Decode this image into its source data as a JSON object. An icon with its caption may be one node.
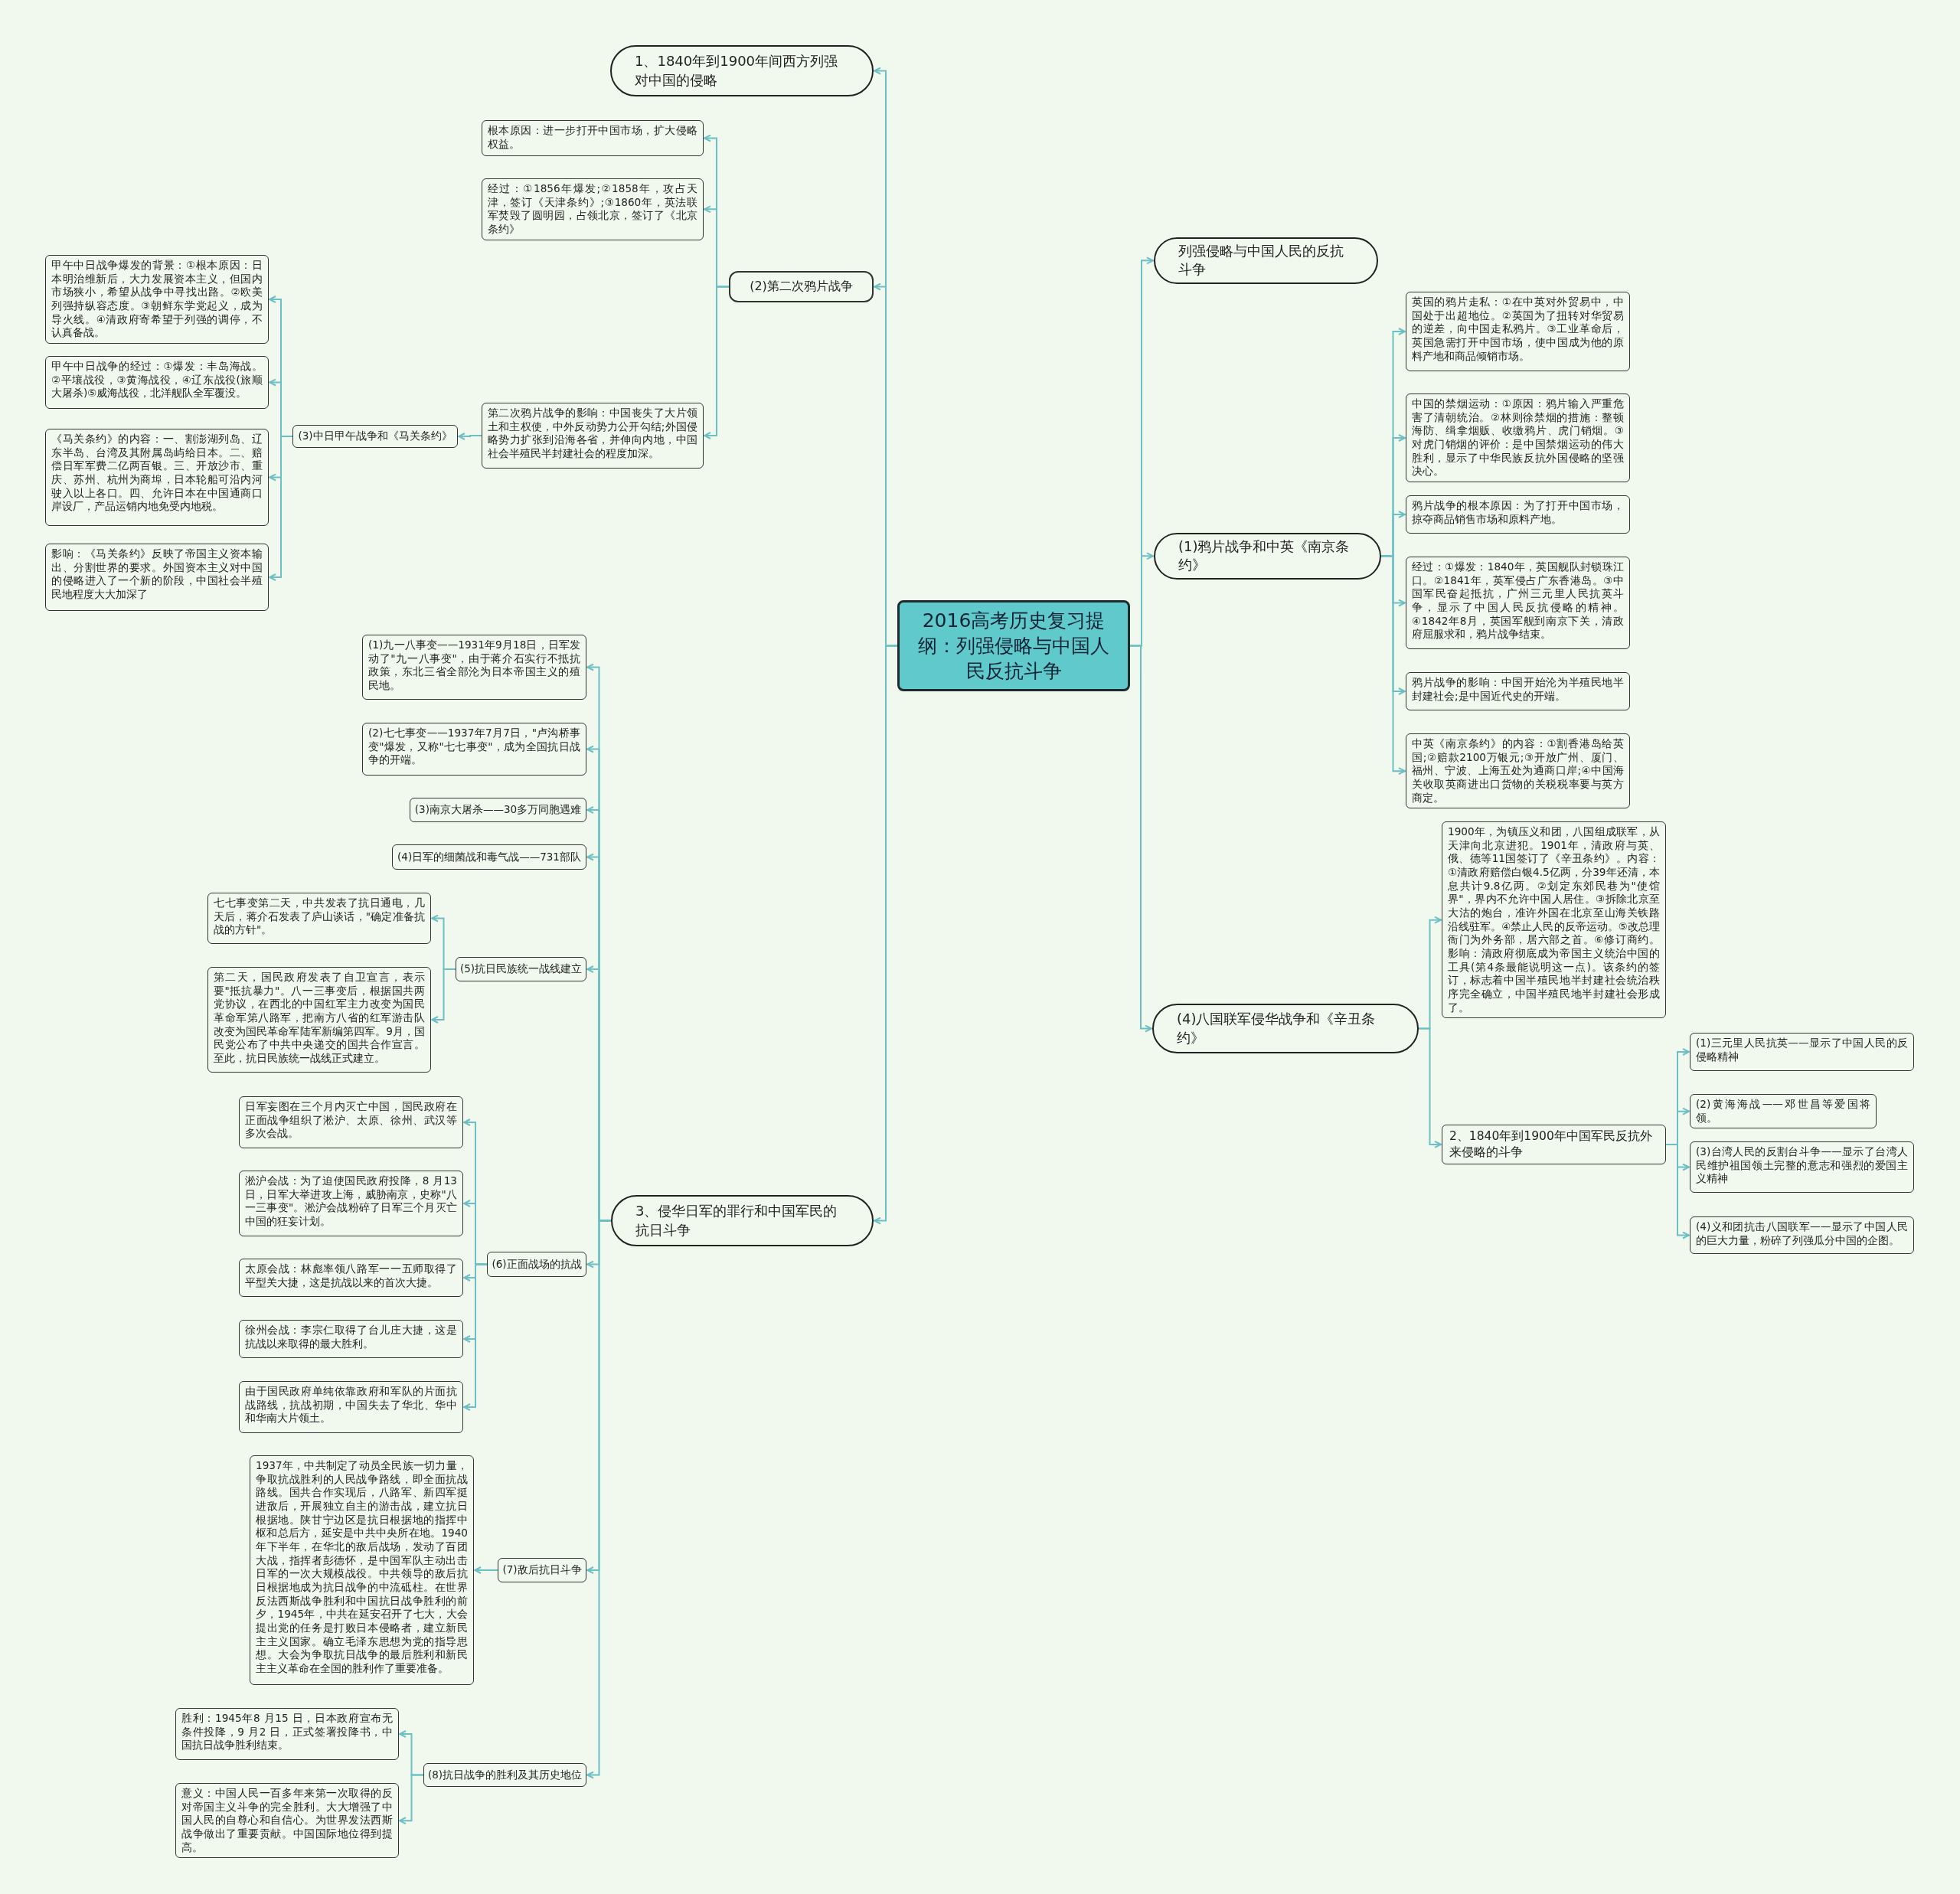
{
  "diagram": {
    "nodes": [
      {
        "text": [
          "2016高考历史复习提纲：列强侵略与中国人民反抗斗争"
        ]
      },
      {
        "text": [
          "1、1840年到1900年间西方列强对中国的侵略"
        ]
      },
      {
        "text": [
          "(2)第二次鸦片战争"
        ]
      },
      {
        "text": [
          "根本原因：进一步打开中国市场，扩大侵略权益。"
        ]
      },
      {
        "text": [
          "经过：①1856年爆发;②1858年，攻占天津，签订《天津条约》;③1860年，英法联军焚毁了圆明园，占领北京，签订了《北京条约》"
        ]
      },
      {
        "text": [
          "第二次鸦片战争的影响：中国丧失了大片领土和主权使，中外反动势力公开勾结;外国侵略势力扩张到沿海各省，并伸向内地，中国社会半殖民半封建社会的程度加深。"
        ]
      },
      {
        "text": [
          "(3)中日甲午战争和《马关条约》"
        ]
      },
      {
        "text": [
          "甲午中日战争爆发的背景：①根本原因：日本明治维新后，大力发展资本主义，但国内市场狭小，希望从战争中寻找出路。②欧美列强持纵容态度。③朝鲜东学党起义，成为导火线。④清政府寄希望于列强的调停，不认真备战。"
        ]
      },
      {
        "text": [
          "甲午中日战争的经过：①爆发：丰岛海战。②平壤战役，③黄海战役，④辽东战役(旅顺大屠杀)⑤威海战役，北洋舰队全军覆没。"
        ]
      },
      {
        "text": [
          "《马关条约》的内容：一、割澎湖列岛、辽东半岛、台湾及其附属岛屿给日本。二、赔偿日军军费二亿两百银。三、开放沙市、重庆、苏州、杭州为商埠，日本轮船可沿内河驶入以上各口。四、允许日本在中国通商口岸设厂，产品运销内地免受内地税。"
        ]
      },
      {
        "text": [
          "影响：《马关条约》反映了帝国主义资本输出、分割世界的要求。外国资本主义对中国的侵略进入了一个新的阶段，中国社会半殖民地程度大大加深了"
        ]
      },
      {
        "text": [
          "3、侵华日军的罪行和中国军民的抗日斗争"
        ]
      },
      {
        "text": [
          "(1)九一八事变——1931年9月18日，日军发动了\"九一八事变\"，由于蒋介石实行不抵抗政策，东北三省全部沦为日本帝国主义的殖民地。"
        ]
      },
      {
        "text": [
          "(2)七七事变——1937年7月7日，\"卢沟桥事变\"爆发，又称\"七七事变\"，成为全国抗日战争的开端。"
        ]
      },
      {
        "text": [
          "(3)南京大屠杀——30多万同胞遇难"
        ]
      },
      {
        "text": [
          "(4)日军的细菌战和毒气战——731部队"
        ]
      },
      {
        "text": [
          "(5)抗日民族统一战线建立"
        ]
      },
      {
        "text": [
          "七七事变第二天，中共发表了抗日通电，几天后，蒋介石发表了庐山谈话，\"确定准备抗战的方针\"。"
        ]
      },
      {
        "text": [
          "第二天，国民政府发表了自卫宣言，表示要\"抵抗暴力\"。八一三事变后，根据国共两党协议，在西北的中国红军主力改变为国民革命军第八路军，把南方八省的红军游击队改变为国民革命军陆军新编第四军。9月，国民党公布了中共中央递交的国共合作宣言。至此，抗日民族统一战线正式建立。"
        ]
      },
      {
        "text": [
          "(6)正面战场的抗战"
        ]
      },
      {
        "text": [
          "日军妄图在三个月内灭亡中国，国民政府在正面战争组织了淞沪、太原、徐州、武汉等多次会战。"
        ]
      },
      {
        "text": [
          "淞沪会战：为了迫使国民政府投降，8 月13 日，日军大举进攻上海，威胁南京，史称\"八一三事变\"。淞沪会战粉碎了日军三个月灭亡中国的狂妄计划。"
        ]
      },
      {
        "text": [
          "太原会战：林彪率领八路军一一五师取得了平型关大捷，这是抗战以来的首次大捷。"
        ]
      },
      {
        "text": [
          "徐州会战：李宗仁取得了台儿庄大捷，这是抗战以来取得的最大胜利。"
        ]
      },
      {
        "text": [
          "由于国民政府单纯依靠政府和军队的片面抗战路线，抗战初期，中国失去了华北、华中和华南大片领土。"
        ]
      },
      {
        "text": [
          "(7)敌后抗日斗争"
        ]
      },
      {
        "text": [
          "1937年，中共制定了动员全民族一切力量，争取抗战胜利的人民战争路线，即全面抗战路线。国共合作实现后，八路军、新四军挺进敌后，开展独立自主的游击战，建立抗日根据地。陕甘宁边区是抗日根据地的指挥中枢和总后方，延安是中共中央所在地。1940 年下半年，在华北的敌后战场，发动了百团大战，指挥者彭德怀，是中国军队主动出击日军的一次大规模战役。中共领导的敌后抗日根据地成为抗日战争的中流砥柱。在世界反法西斯战争胜利和中国抗日战争胜利的前夕，1945年，中共在延安召开了七大，大会提出党的任务是打败日本侵略者，建立新民主主义国家。确立毛泽东思想为党的指导思想。大会为争取抗日战争的最后胜利和新民主主义革命在全国的胜利作了重要准备。"
        ]
      },
      {
        "text": [
          "(8)抗日战争的胜利及其历史地位"
        ]
      },
      {
        "text": [
          "胜利：1945年8 月15 日，日本政府宣布无条件投降，9 月2 日，正式签署投降书，中国抗日战争胜利结束。"
        ]
      },
      {
        "text": [
          "意义：中国人民一百多年来第一次取得的反对帝国主义斗争的完全胜利。大大增强了中国人民的自尊心和自信心。为世界发法西斯战争做出了重要贡献。中国国际地位得到提高。"
        ]
      },
      {
        "text": [
          "列强侵略与中国人民的反抗斗争"
        ]
      },
      {
        "text": [
          "(1)鸦片战争和中英《南京条约》"
        ]
      },
      {
        "text": [
          "英国的鸦片走私：①在中英对外贸易中，中国处于出超地位。②英国为了扭转对华贸易的逆差，向中国走私鸦片。③工业革命后，英国急需打开中国市场，使中国成为他的原料产地和商品倾销市场。"
        ]
      },
      {
        "text": [
          "中国的禁烟运动：①原因：鸦片输入严重危害了清朝统治。②林则徐禁烟的措施：整顿海防、缉拿烟贩、收缴鸦片、虎门销烟。③对虎门销烟的评价：是中国禁烟运动的伟大胜利，显示了中华民族反抗外国侵略的坚强决心。"
        ]
      },
      {
        "text": [
          "鸦片战争的根本原因：为了打开中国市场，掠夺商品销售市场和原料产地。"
        ]
      },
      {
        "text": [
          "经过：①爆发：1840年，英国舰队封锁珠江口。②1841年，英军侵占广东香港岛。③中国军民奋起抵抗，广州三元里人民抗英斗争，显示了中国人民反抗侵略的精神。④1842年8月，英国军舰到南京下关，清政府屈服求和，鸦片战争结束。"
        ]
      },
      {
        "text": [
          "鸦片战争的影响：中国开始沦为半殖民地半封建社会;是中国近代史的开端。"
        ]
      },
      {
        "text": [
          "中英《南京条约》的内容：①割香港岛给英国;②赔款2100万银元;③开放广州、厦门、福州、宁波、上海五处为通商口岸;④中国海关收取英商进出口货物的关税税率要与英方商定。"
        ]
      },
      {
        "text": [
          "(4)八国联军侵华战争和《辛丑条约》"
        ]
      },
      {
        "text": [
          "1900年，为镇压义和团，八国组成联军，从天津向北京进犯。1901年，清政府与英、俄、德等11国签订了《辛丑条约》。内容：①清政府赔偿白银4.5亿两，分39年还清，本息共计9.8亿两。②划定东郊民巷为\"使馆界\"，界内不允许中国人居住。③拆除北京至大沽的炮台，准许外国在北京至山海关铁路沿线驻军。④禁止人民的反帝运动。⑤改总理衙门为外务部，居六部之首。⑥修订商约。影响：清政府彻底成为帝国主义统治中国的工具(第4条最能说明这一点)。该条约的签订，标志着中国半殖民地半封建社会统治秩序完全确立，中国半殖民地半封建社会形成了。"
        ]
      },
      {
        "text": [
          "2、1840年到1900年中国军民反抗外来侵略的斗争"
        ]
      },
      {
        "text": [
          "(1)三元里人民抗英——显示了中国人民的反侵略精神"
        ]
      },
      {
        "text": [
          "(2)黄海海战——邓世昌等爱国将领。"
        ]
      },
      {
        "text": [
          "(3)台湾人民的反割台斗争——显示了台湾人民维护祖国领土完整的意志和强烈的爱国主义精神"
        ]
      },
      {
        "text": [
          "(4)义和团抗击八国联军——显示了中国人民的巨大力量，粉碎了列强瓜分中国的企图。"
        ]
      }
    ],
    "edges": [
      {
        "from": 0,
        "to": 1,
        "arrow": "to"
      },
      {
        "from": 0,
        "to": 2,
        "arrow": "to"
      },
      {
        "from": 0,
        "to": 11,
        "arrow": "to"
      },
      {
        "from": 2,
        "to": 3,
        "arrow": "to"
      },
      {
        "from": 2,
        "to": 4,
        "arrow": "to"
      },
      {
        "from": 2,
        "to": 5,
        "arrow": "to"
      },
      {
        "from": 5,
        "to": 6,
        "arrow": "to"
      },
      {
        "from": 6,
        "to": 7,
        "arrow": "to"
      },
      {
        "from": 6,
        "to": 8,
        "arrow": "to"
      },
      {
        "from": 6,
        "to": 9,
        "arrow": "to"
      },
      {
        "from": 6,
        "to": 10,
        "arrow": "to"
      },
      {
        "from": 11,
        "to": 12,
        "arrow": "to"
      },
      {
        "from": 11,
        "to": 13,
        "arrow": "to"
      },
      {
        "from": 11,
        "to": 14,
        "arrow": "to"
      },
      {
        "from": 11,
        "to": 15,
        "arrow": "to"
      },
      {
        "from": 11,
        "to": 16,
        "arrow": "to"
      },
      {
        "from": 16,
        "to": 17,
        "arrow": "to"
      },
      {
        "from": 16,
        "to": 18,
        "arrow": "to"
      },
      {
        "from": 11,
        "to": 19,
        "arrow": "to"
      },
      {
        "from": 19,
        "to": 20,
        "arrow": "to"
      },
      {
        "from": 19,
        "to": 21,
        "arrow": "to"
      },
      {
        "from": 19,
        "to": 22,
        "arrow": "to"
      },
      {
        "from": 19,
        "to": 23,
        "arrow": "to"
      },
      {
        "from": 19,
        "to": 24,
        "arrow": "to"
      },
      {
        "from": 11,
        "to": 25,
        "arrow": "to"
      },
      {
        "from": 25,
        "to": 26,
        "arrow": "to"
      },
      {
        "from": 11,
        "to": 27,
        "arrow": "to"
      },
      {
        "from": 27,
        "to": 28,
        "arrow": "to"
      },
      {
        "from": 27,
        "to": 29,
        "arrow": "to"
      },
      {
        "from": 0,
        "to": 30,
        "arrow": "to"
      },
      {
        "from": 0,
        "to": 31,
        "arrow": "to"
      },
      {
        "from": 31,
        "to": 32,
        "arrow": "to"
      },
      {
        "from": 31,
        "to": 33,
        "arrow": "to"
      },
      {
        "from": 31,
        "to": 34,
        "arrow": "to"
      },
      {
        "from": 31,
        "to": 35,
        "arrow": "to"
      },
      {
        "from": 31,
        "to": 36,
        "arrow": "to"
      },
      {
        "from": 31,
        "to": 37,
        "arrow": "to"
      },
      {
        "from": 0,
        "to": 38,
        "arrow": "to"
      },
      {
        "from": 38,
        "to": 39,
        "arrow": "to"
      },
      {
        "from": 38,
        "to": 40,
        "arrow": "to"
      },
      {
        "from": 40,
        "to": 41,
        "arrow": "to"
      },
      {
        "from": 40,
        "to": 42,
        "arrow": "to"
      },
      {
        "from": 40,
        "to": 43,
        "arrow": "to"
      },
      {
        "from": 40,
        "to": 44,
        "arrow": "to"
      }
    ]
  }
}
